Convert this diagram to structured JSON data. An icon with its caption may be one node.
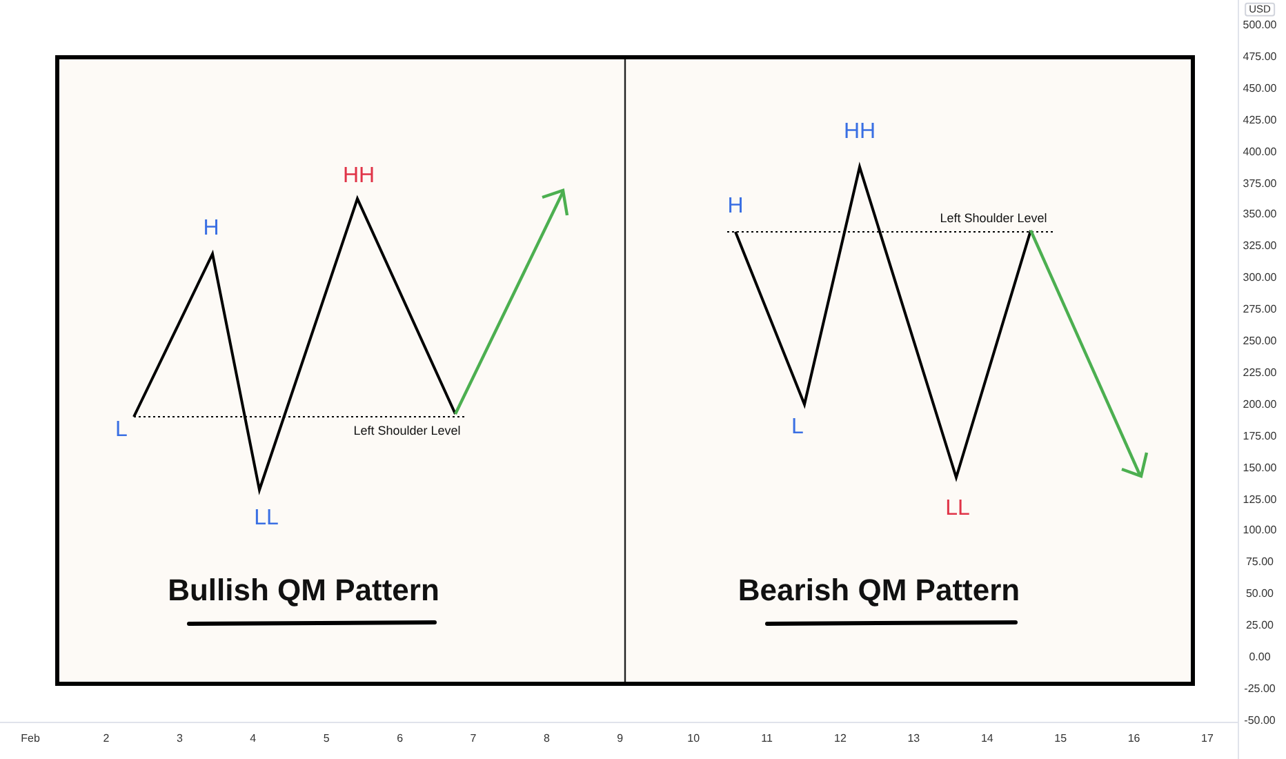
{
  "diagram": {
    "labels": [
      "HH",
      "H",
      "L",
      "Left Shoulder Level",
      "LL",
      "Bullish QM Pattern",
      "HH",
      "H",
      "Left Shoulder Level",
      "L",
      "LL",
      "Bearish QM Pattern",
      "USD",
      "500.00",
      "475.00",
      "450.00",
      "425.00",
      "400.00",
      "375.00",
      "350.00",
      "325.00",
      "300.00",
      "275.00",
      "250.00",
      "225.00",
      "200.00",
      "175.00",
      "150.00",
      "125.00",
      "100.00",
      "75.00",
      "50.00",
      "25.00",
      "0.00",
      "-25.00",
      "-50.00",
      "Feb",
      "2",
      "3",
      "4",
      "5",
      "6",
      "7",
      "8",
      "9",
      "10",
      "11",
      "12",
      "13",
      "14",
      "15",
      "16",
      "17"
    ]
  }
}
